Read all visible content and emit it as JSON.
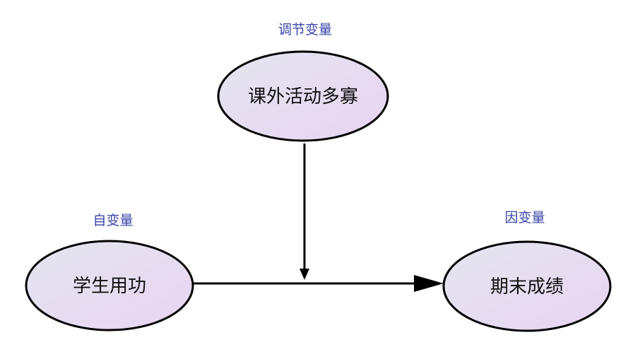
{
  "diagram": {
    "moderator": {
      "role": "调节变量",
      "label": "课外活动多寡"
    },
    "independent": {
      "role": "自变量",
      "label": "学生用功"
    },
    "dependent": {
      "role": "因变量",
      "label": "期末成绩"
    }
  },
  "colors": {
    "node_fill_start": "#e4e6ef",
    "node_fill_end": "#e8d4f2",
    "node_stroke": "#000000",
    "role_text": "#3b45a8",
    "arrow": "#000000"
  }
}
